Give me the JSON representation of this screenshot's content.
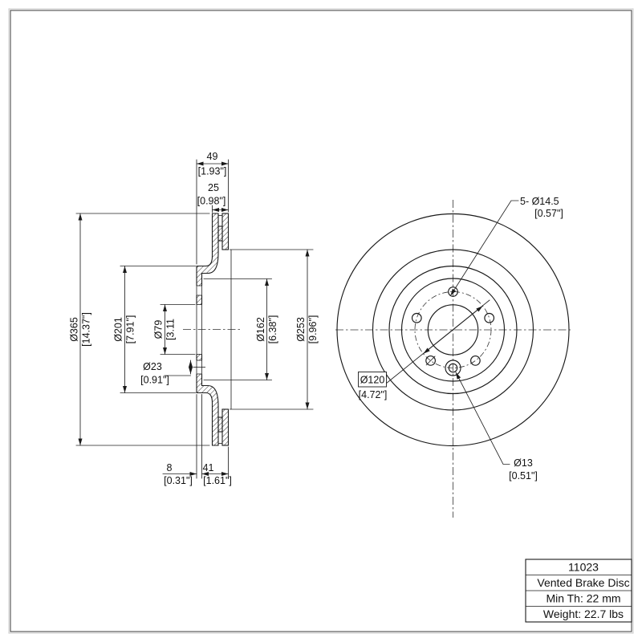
{
  "drawing": {
    "section_view": {
      "total_width": {
        "mm": "49",
        "inch": "[1.93\"]"
      },
      "plate_width": {
        "mm": "25",
        "inch": "[0.98\"]"
      },
      "outer_dia": {
        "mm": "Ø365",
        "inch": "[14.37\"]"
      },
      "hat_dia": {
        "mm": "Ø201",
        "inch": "[7.91\"]"
      },
      "bore_dia": {
        "mm": "Ø79",
        "inch": "[3.11"
      },
      "hole_dia": {
        "mm": "Ø23",
        "inch": "[0.91\"]"
      },
      "step_dia": {
        "mm": "Ø162",
        "inch": "[6.38\"]"
      },
      "inner_dia": {
        "mm": "Ø253",
        "inch": "[9.96\"]"
      },
      "flange_th": {
        "mm": "8",
        "inch": "[0.31\"]"
      },
      "hat_depth": {
        "mm": "41",
        "inch": "[1.61\"]"
      }
    },
    "front_view": {
      "stud_holes": {
        "mm": "5- Ø14.5",
        "inch": "[0.57\"]"
      },
      "bolt_circle": {
        "mm": "Ø120",
        "inch": "[4.72\"]"
      },
      "pin_hole": {
        "mm": "Ø13",
        "inch": "[0.51\"]"
      }
    },
    "title_block": {
      "rows": [
        "11023",
        "Vented Brake Disc",
        "Min Th: 22 mm",
        "Weight: 22.7 lbs"
      ]
    }
  }
}
